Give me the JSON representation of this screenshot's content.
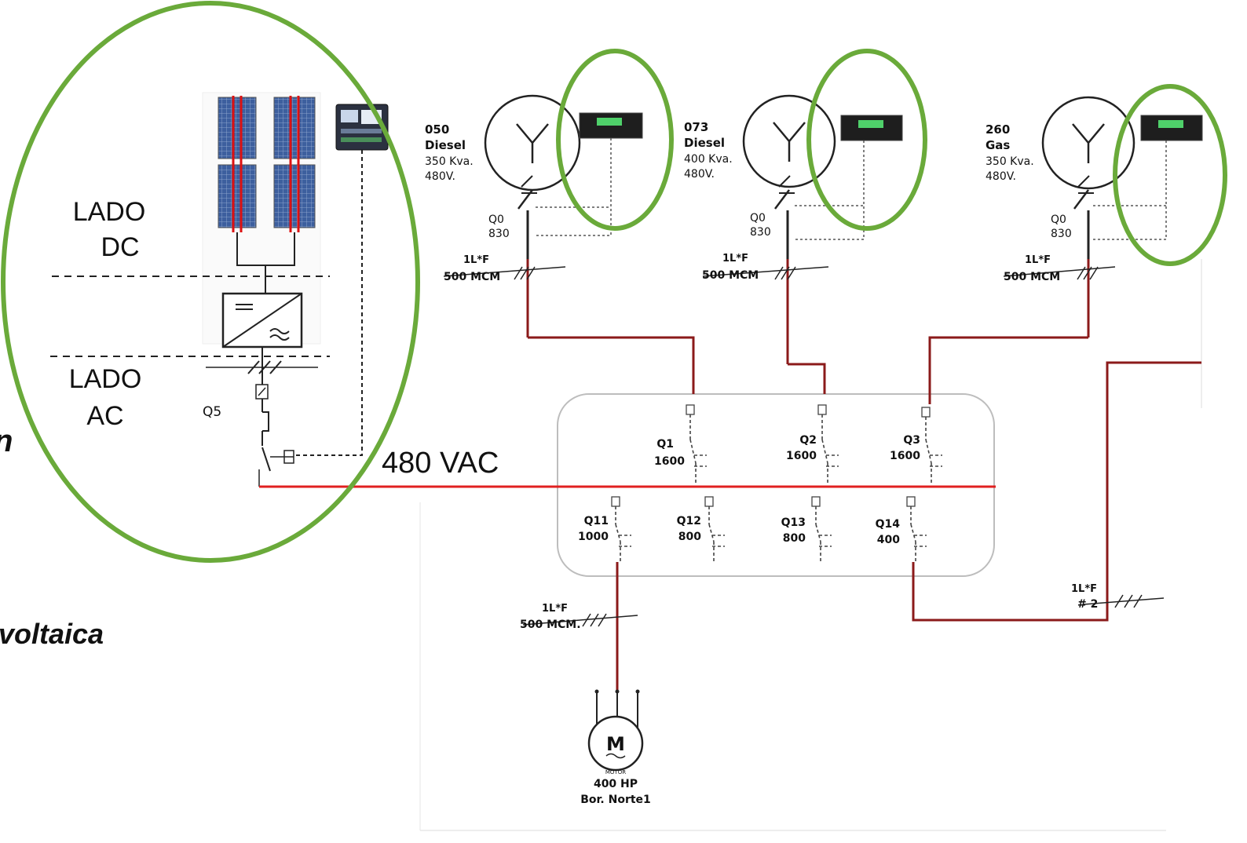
{
  "pv_section": {
    "dc_side_line1": "LADO",
    "dc_side_line2": "DC",
    "ac_side_line1": "LADO",
    "ac_side_line2": "AC",
    "breaker": "Q5"
  },
  "bus_label": "480 VAC",
  "cut_text_top": "n",
  "cut_text_bottom": "voltaica",
  "generators": [
    {
      "id": "050",
      "fuel": "Diesel",
      "rating": "350 Kva.",
      "voltage": "480V.",
      "breaker": "Q0",
      "breaker_rating": "830",
      "cable_a": "1L*F",
      "cable_b": "500 MCM"
    },
    {
      "id": "073",
      "fuel": "Diesel",
      "rating": "400 Kva.",
      "voltage": "480V.",
      "breaker": "Q0",
      "breaker_rating": "830",
      "cable_a": "1L*F",
      "cable_b": "500 MCM"
    },
    {
      "id": "260",
      "fuel": "Gas",
      "rating": "350 Kva.",
      "voltage": "480V.",
      "breaker": "Q0",
      "breaker_rating": "830",
      "cable_a": "1L*F",
      "cable_b": "500 MCM"
    }
  ],
  "incomers": [
    {
      "name": "Q1",
      "rating": "1600"
    },
    {
      "name": "Q2",
      "rating": "1600"
    },
    {
      "name": "Q3",
      "rating": "1600"
    }
  ],
  "feeders": [
    {
      "name": "Q11",
      "rating": "1000"
    },
    {
      "name": "Q12",
      "rating": "800"
    },
    {
      "name": "Q13",
      "rating": "800"
    },
    {
      "name": "Q14",
      "rating": "400"
    }
  ],
  "motor_cable": {
    "a": "1L*F",
    "b": "500 MCM."
  },
  "right_cable": {
    "a": "1L*F",
    "b": "# 2"
  },
  "motor": {
    "symbol": "M",
    "small": "MOTOR",
    "power": "400 HP",
    "name": "Bor. Norte1"
  },
  "colors": {
    "highlight": "#6aaa3a",
    "bus": "#e02020",
    "cable": "#8b1a1a"
  }
}
